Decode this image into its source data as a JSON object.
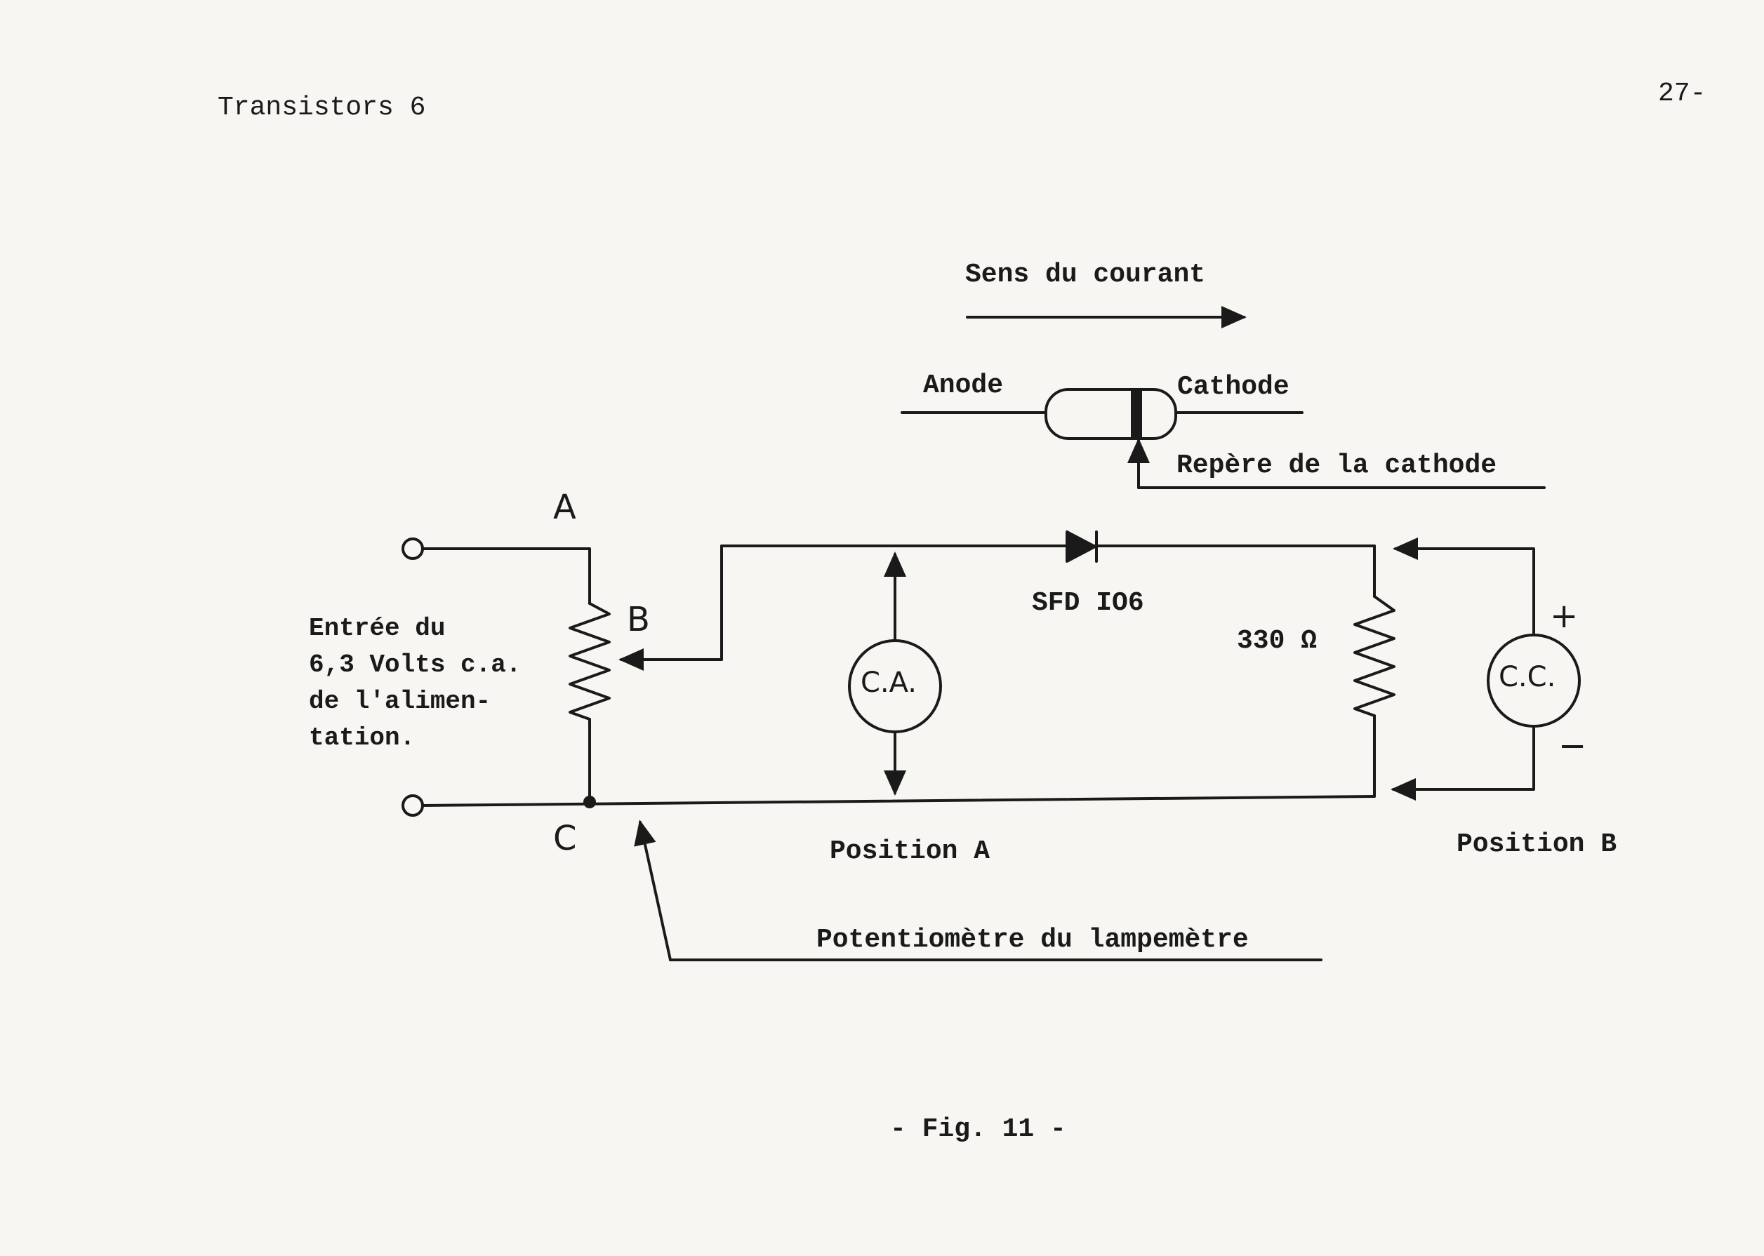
{
  "header": {
    "title": "Transistors 6",
    "page_number": "27-"
  },
  "figure": {
    "current_direction_label": "Sens du courant",
    "diode_symbol": {
      "anode_label": "Anode",
      "cathode_label": "Cathode",
      "cathode_marker_label": "Repère de la cathode"
    },
    "terminal_a": "A",
    "terminal_b": "B",
    "terminal_c": "C",
    "input_label_lines": [
      "Entrée du",
      "6,3 Volts c.a.",
      "de l'alimen-",
      "tation."
    ],
    "diode_part": "SFD IO6",
    "resistor_value": "330 Ω",
    "meter_ac": "C.A.",
    "meter_dc": "C.C.",
    "polarity_plus": "+",
    "polarity_minus": "−",
    "position_a_label": "Position A",
    "position_b_label": "Position B",
    "potentiometer_label": "Potentiomètre du lampemètre",
    "caption": "- Fig. 11 -"
  }
}
